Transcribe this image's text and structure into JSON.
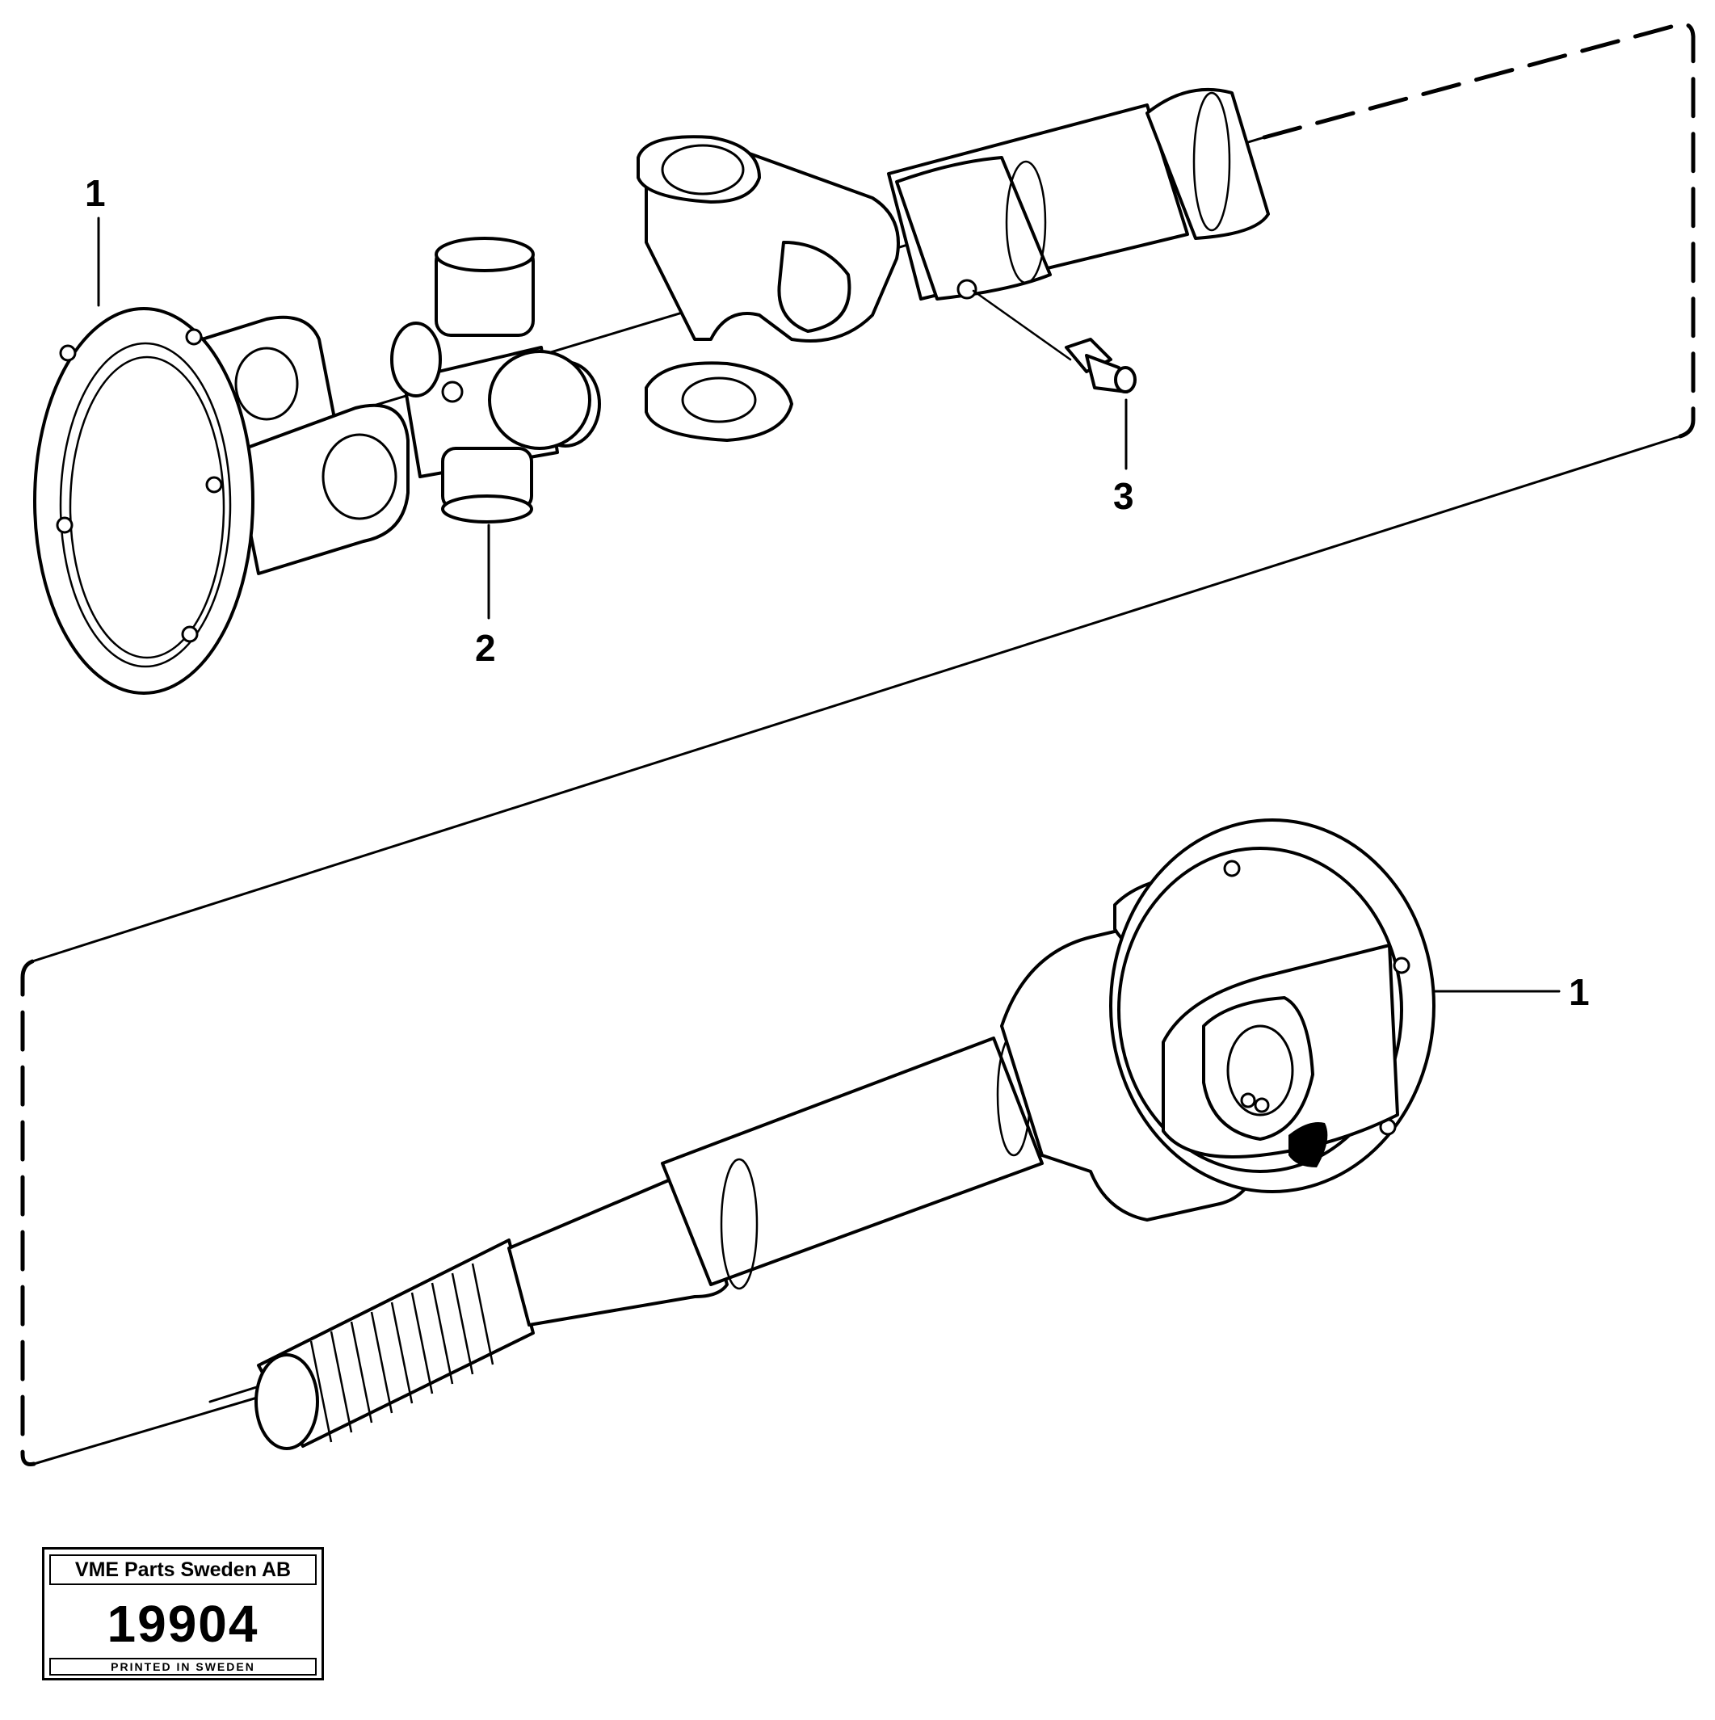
{
  "callouts": {
    "item_1_top": "1",
    "item_2": "2",
    "item_3": "3",
    "item_1_bottom": "1"
  },
  "footer": {
    "company": "VME Parts Sweden AB",
    "number": "19904",
    "printed": "PRINTED IN SWEDEN"
  },
  "colors": {
    "line": "#000000",
    "background": "#ffffff"
  }
}
